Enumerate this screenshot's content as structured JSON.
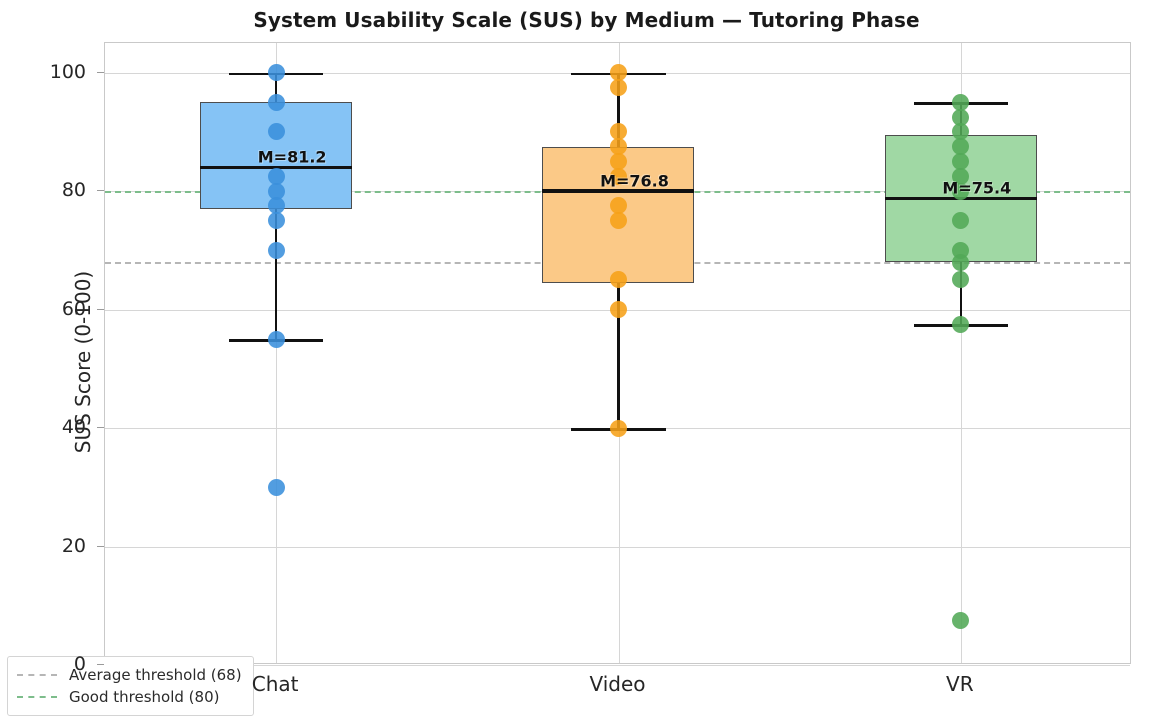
{
  "chart_data": {
    "type": "box",
    "title": "System Usability Scale (SUS) by Medium — Tutoring Phase",
    "xlabel": "",
    "ylabel": "SUS Score (0-100)",
    "ylim": [
      0,
      105
    ],
    "yticks": [
      0,
      20,
      40,
      60,
      80,
      100
    ],
    "ytick_labels": [
      "0",
      "20",
      "40",
      "60",
      "80",
      "100"
    ],
    "categories": [
      "Chat",
      "Video",
      "VR"
    ],
    "grid": true,
    "legend_position": "lower left",
    "reference_lines": [
      {
        "name": "average-threshold",
        "label": "Average threshold (68)",
        "value": 68,
        "color": "#b6b6b6",
        "style": "dashed"
      },
      {
        "name": "good-threshold",
        "label": "Good threshold (80)",
        "value": 80,
        "color": "#7dbd8b",
        "style": "dashed"
      }
    ],
    "boxes": [
      {
        "category": "Chat",
        "color": "#85c3f5",
        "point_color": "#3a8fdc",
        "q1": 77.0,
        "median": 84.0,
        "q3": 95.0,
        "whisker_low": 55.0,
        "whisker_high": 100.0,
        "mean": 81.2,
        "mean_label": "M=81.2",
        "points": [
          100,
          95,
          90,
          82.5,
          80,
          77.5,
          75,
          70,
          55,
          30
        ]
      },
      {
        "category": "Video",
        "color": "#fbc987",
        "point_color": "#f6a118",
        "q1": 64.5,
        "median": 80.0,
        "q3": 87.5,
        "whisker_low": 40.0,
        "whisker_high": 100.0,
        "mean": 76.8,
        "mean_label": "M=76.8",
        "points": [
          100,
          97.5,
          90,
          87.5,
          85,
          82.5,
          77.5,
          75,
          65,
          60,
          40
        ]
      },
      {
        "category": "VR",
        "color": "#a0d8a4",
        "point_color": "#52a857",
        "q1": 68.0,
        "median": 78.8,
        "q3": 89.5,
        "whisker_low": 57.5,
        "whisker_high": 95.0,
        "mean": 75.4,
        "mean_label": "M=75.4",
        "points": [
          95,
          92.5,
          90,
          87.5,
          85,
          82.5,
          80,
          75,
          70,
          68,
          65,
          57.5,
          7.5
        ]
      }
    ],
    "legend": [
      {
        "label": "Average threshold (68)",
        "color": "#b6b6b6"
      },
      {
        "label": "Good threshold (80)",
        "color": "#7dbd8b"
      }
    ]
  }
}
